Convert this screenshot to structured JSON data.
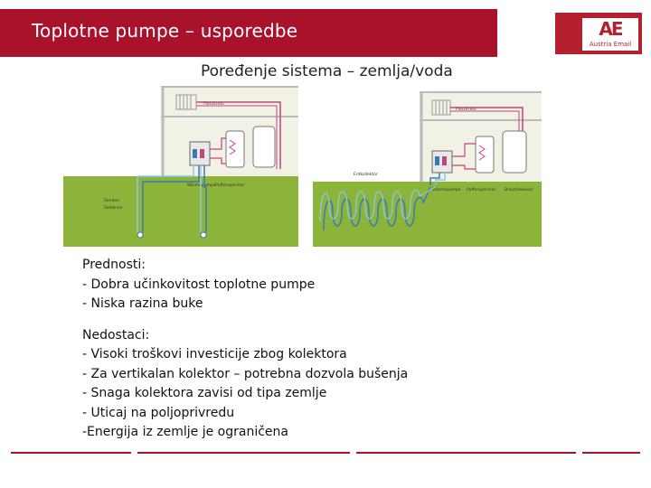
{
  "header": {
    "title": "Toplotne pumpe – usporedbe",
    "brand_color": "#a8122a"
  },
  "logo": {
    "mark": "AE",
    "text": "Austria Email"
  },
  "subtitle": "Poređenje sistema – zemlja/voda",
  "diagram_left": {
    "labels": [
      "Heizkreis",
      "Wärmepumpe",
      "Pufferspeicher",
      "Sonden",
      "Solekreis"
    ]
  },
  "diagram_right": {
    "labels": [
      "Heizkreis",
      "Erdkollektor",
      "Wärmepumpe",
      "Pufferspeicher",
      "Brauchwasser"
    ]
  },
  "advantages": {
    "heading": "Prednosti:",
    "items": [
      "- Dobra učinkovitost toplotne pumpe",
      "- Niska razina buke"
    ]
  },
  "disadvantages": {
    "heading": "Nedostaci:",
    "items": [
      "- Visoki troškovi investicije zbog kolektora",
      "- Za vertikalan kolektor – potrebna dozvola bušenja",
      "- Snaga kolektora zavisi od tipa zemlje",
      "- Uticaj na poljoprivredu",
      "-Energija iz zemlje je ograničena"
    ]
  }
}
